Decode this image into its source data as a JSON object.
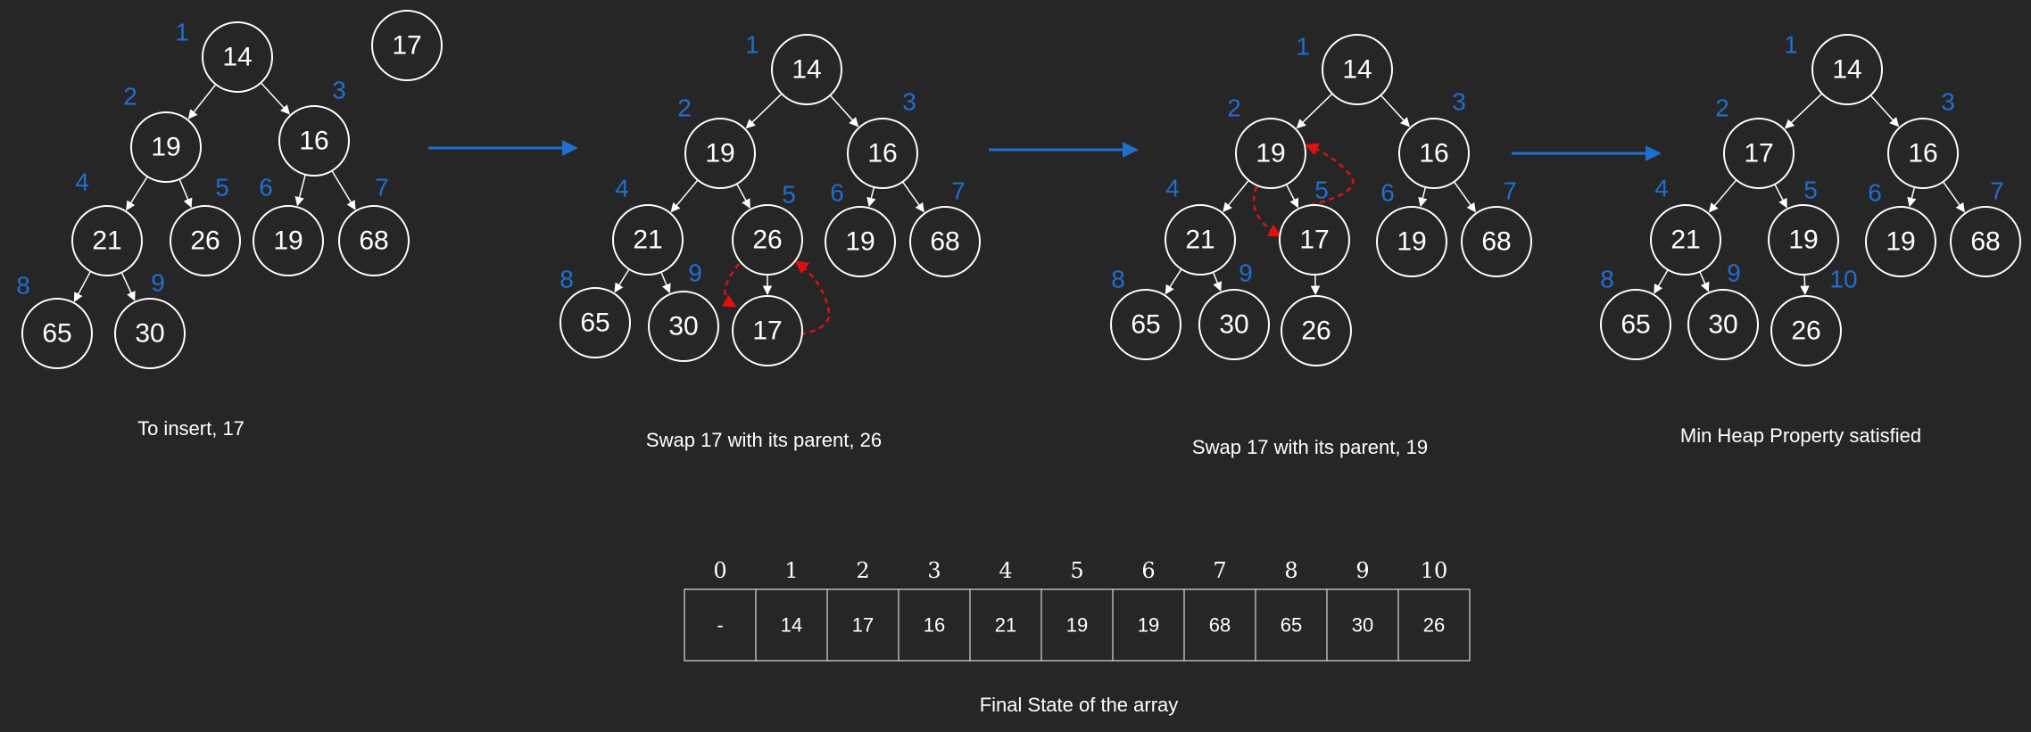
{
  "colors": {
    "background": "#262626",
    "node_stroke": "#ffffff",
    "index_label": "#1f6fd1",
    "flow_arrow": "#1f6fd1",
    "swap_arrow": "#e01010"
  },
  "steps": [
    {
      "caption": "To insert, 17",
      "pending_node": "17",
      "nodes": [
        {
          "value": "14",
          "index": "1"
        },
        {
          "value": "19",
          "index": "2"
        },
        {
          "value": "16",
          "index": "3"
        },
        {
          "value": "21",
          "index": "4"
        },
        {
          "value": "26",
          "index": "5"
        },
        {
          "value": "19",
          "index": "6"
        },
        {
          "value": "68",
          "index": "7"
        },
        {
          "value": "65",
          "index": "8"
        },
        {
          "value": "30",
          "index": "9"
        }
      ]
    },
    {
      "caption": "Swap 17 with its parent, 26",
      "nodes": [
        {
          "value": "14",
          "index": "1"
        },
        {
          "value": "19",
          "index": "2"
        },
        {
          "value": "16",
          "index": "3"
        },
        {
          "value": "21",
          "index": "4"
        },
        {
          "value": "26",
          "index": "5"
        },
        {
          "value": "19",
          "index": "6"
        },
        {
          "value": "68",
          "index": "7"
        },
        {
          "value": "65",
          "index": "8"
        },
        {
          "value": "30",
          "index": "9"
        },
        {
          "value": "17",
          "index": ""
        }
      ]
    },
    {
      "caption": "Swap 17 with its parent, 19",
      "nodes": [
        {
          "value": "14",
          "index": "1"
        },
        {
          "value": "19",
          "index": "2"
        },
        {
          "value": "16",
          "index": "3"
        },
        {
          "value": "21",
          "index": "4"
        },
        {
          "value": "17",
          "index": "5"
        },
        {
          "value": "19",
          "index": "6"
        },
        {
          "value": "68",
          "index": "7"
        },
        {
          "value": "65",
          "index": "8"
        },
        {
          "value": "30",
          "index": "9"
        },
        {
          "value": "26",
          "index": ""
        }
      ]
    },
    {
      "caption": "Min Heap Property satisfied",
      "nodes": [
        {
          "value": "14",
          "index": "1"
        },
        {
          "value": "17",
          "index": "2"
        },
        {
          "value": "16",
          "index": "3"
        },
        {
          "value": "21",
          "index": "4"
        },
        {
          "value": "19",
          "index": "5"
        },
        {
          "value": "19",
          "index": "6"
        },
        {
          "value": "68",
          "index": "7"
        },
        {
          "value": "65",
          "index": "8"
        },
        {
          "value": "30",
          "index": "9"
        },
        {
          "value": "26",
          "index": "10"
        }
      ]
    }
  ],
  "array": {
    "indices": [
      "0",
      "1",
      "2",
      "3",
      "4",
      "5",
      "6",
      "7",
      "8",
      "9",
      "10"
    ],
    "values": [
      "-",
      "14",
      "17",
      "16",
      "21",
      "19",
      "19",
      "68",
      "65",
      "30",
      "26"
    ],
    "caption": "Final State of the array"
  }
}
